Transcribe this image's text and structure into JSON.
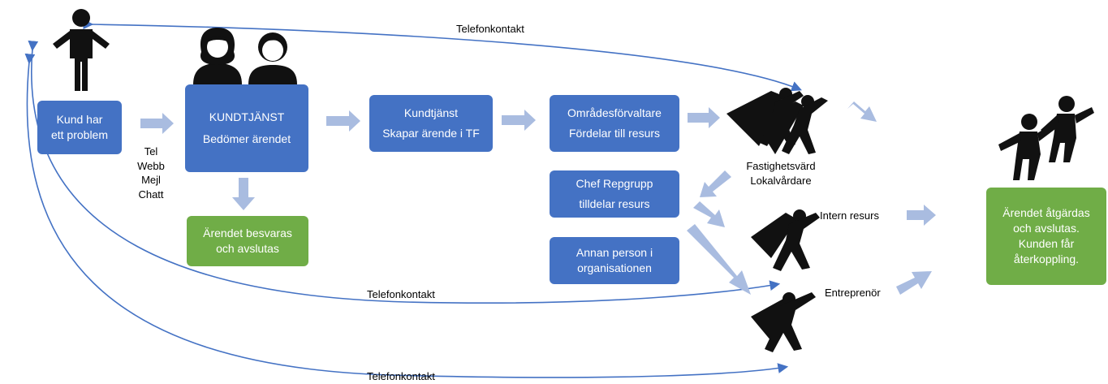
{
  "colors": {
    "box_blue": "#4472C4",
    "box_green": "#70AD47",
    "arrow_light": "#A9BCE0",
    "connector": "#4472C4"
  },
  "boxes": {
    "kund": [
      "Kund har",
      "ett problem"
    ],
    "kundtjanst": [
      "KUNDTJÄNST",
      "Bedömer ärendet"
    ],
    "besvaras": [
      "Ärendet besvaras",
      "och avslutas"
    ],
    "skapar": [
      "Kundtjänst",
      "Skapar ärende i TF"
    ],
    "omrades": [
      "Områdesförvaltare",
      "Fördelar till resurs"
    ],
    "chef": [
      "Chef Repgrupp",
      "tilldelar resurs"
    ],
    "annan": [
      "Annan person i",
      "organisationen"
    ],
    "atgardas": [
      "Ärendet åtgärdas",
      "och avslutas.",
      "Kunden får",
      "återkoppling."
    ]
  },
  "channels": [
    "Tel",
    "Webb",
    "Mejl",
    "Chatt"
  ],
  "labels": {
    "fastighetsvard": [
      "Fastighetsvärd",
      "Lokalvårdare"
    ],
    "intern": "Intern resurs",
    "entreprenor": "Entreprenör",
    "tel_top": "Telefonkontakt",
    "tel_mid": "Telefonkontakt",
    "tel_bottom": "Telefonkontakt"
  },
  "icons": [
    "customer-person-icon",
    "support-woman-icon",
    "support-man-icon",
    "two-superheroes-icon",
    "superhero-intern-icon",
    "superhero-contractor-icon",
    "celebrating-people-icon"
  ]
}
